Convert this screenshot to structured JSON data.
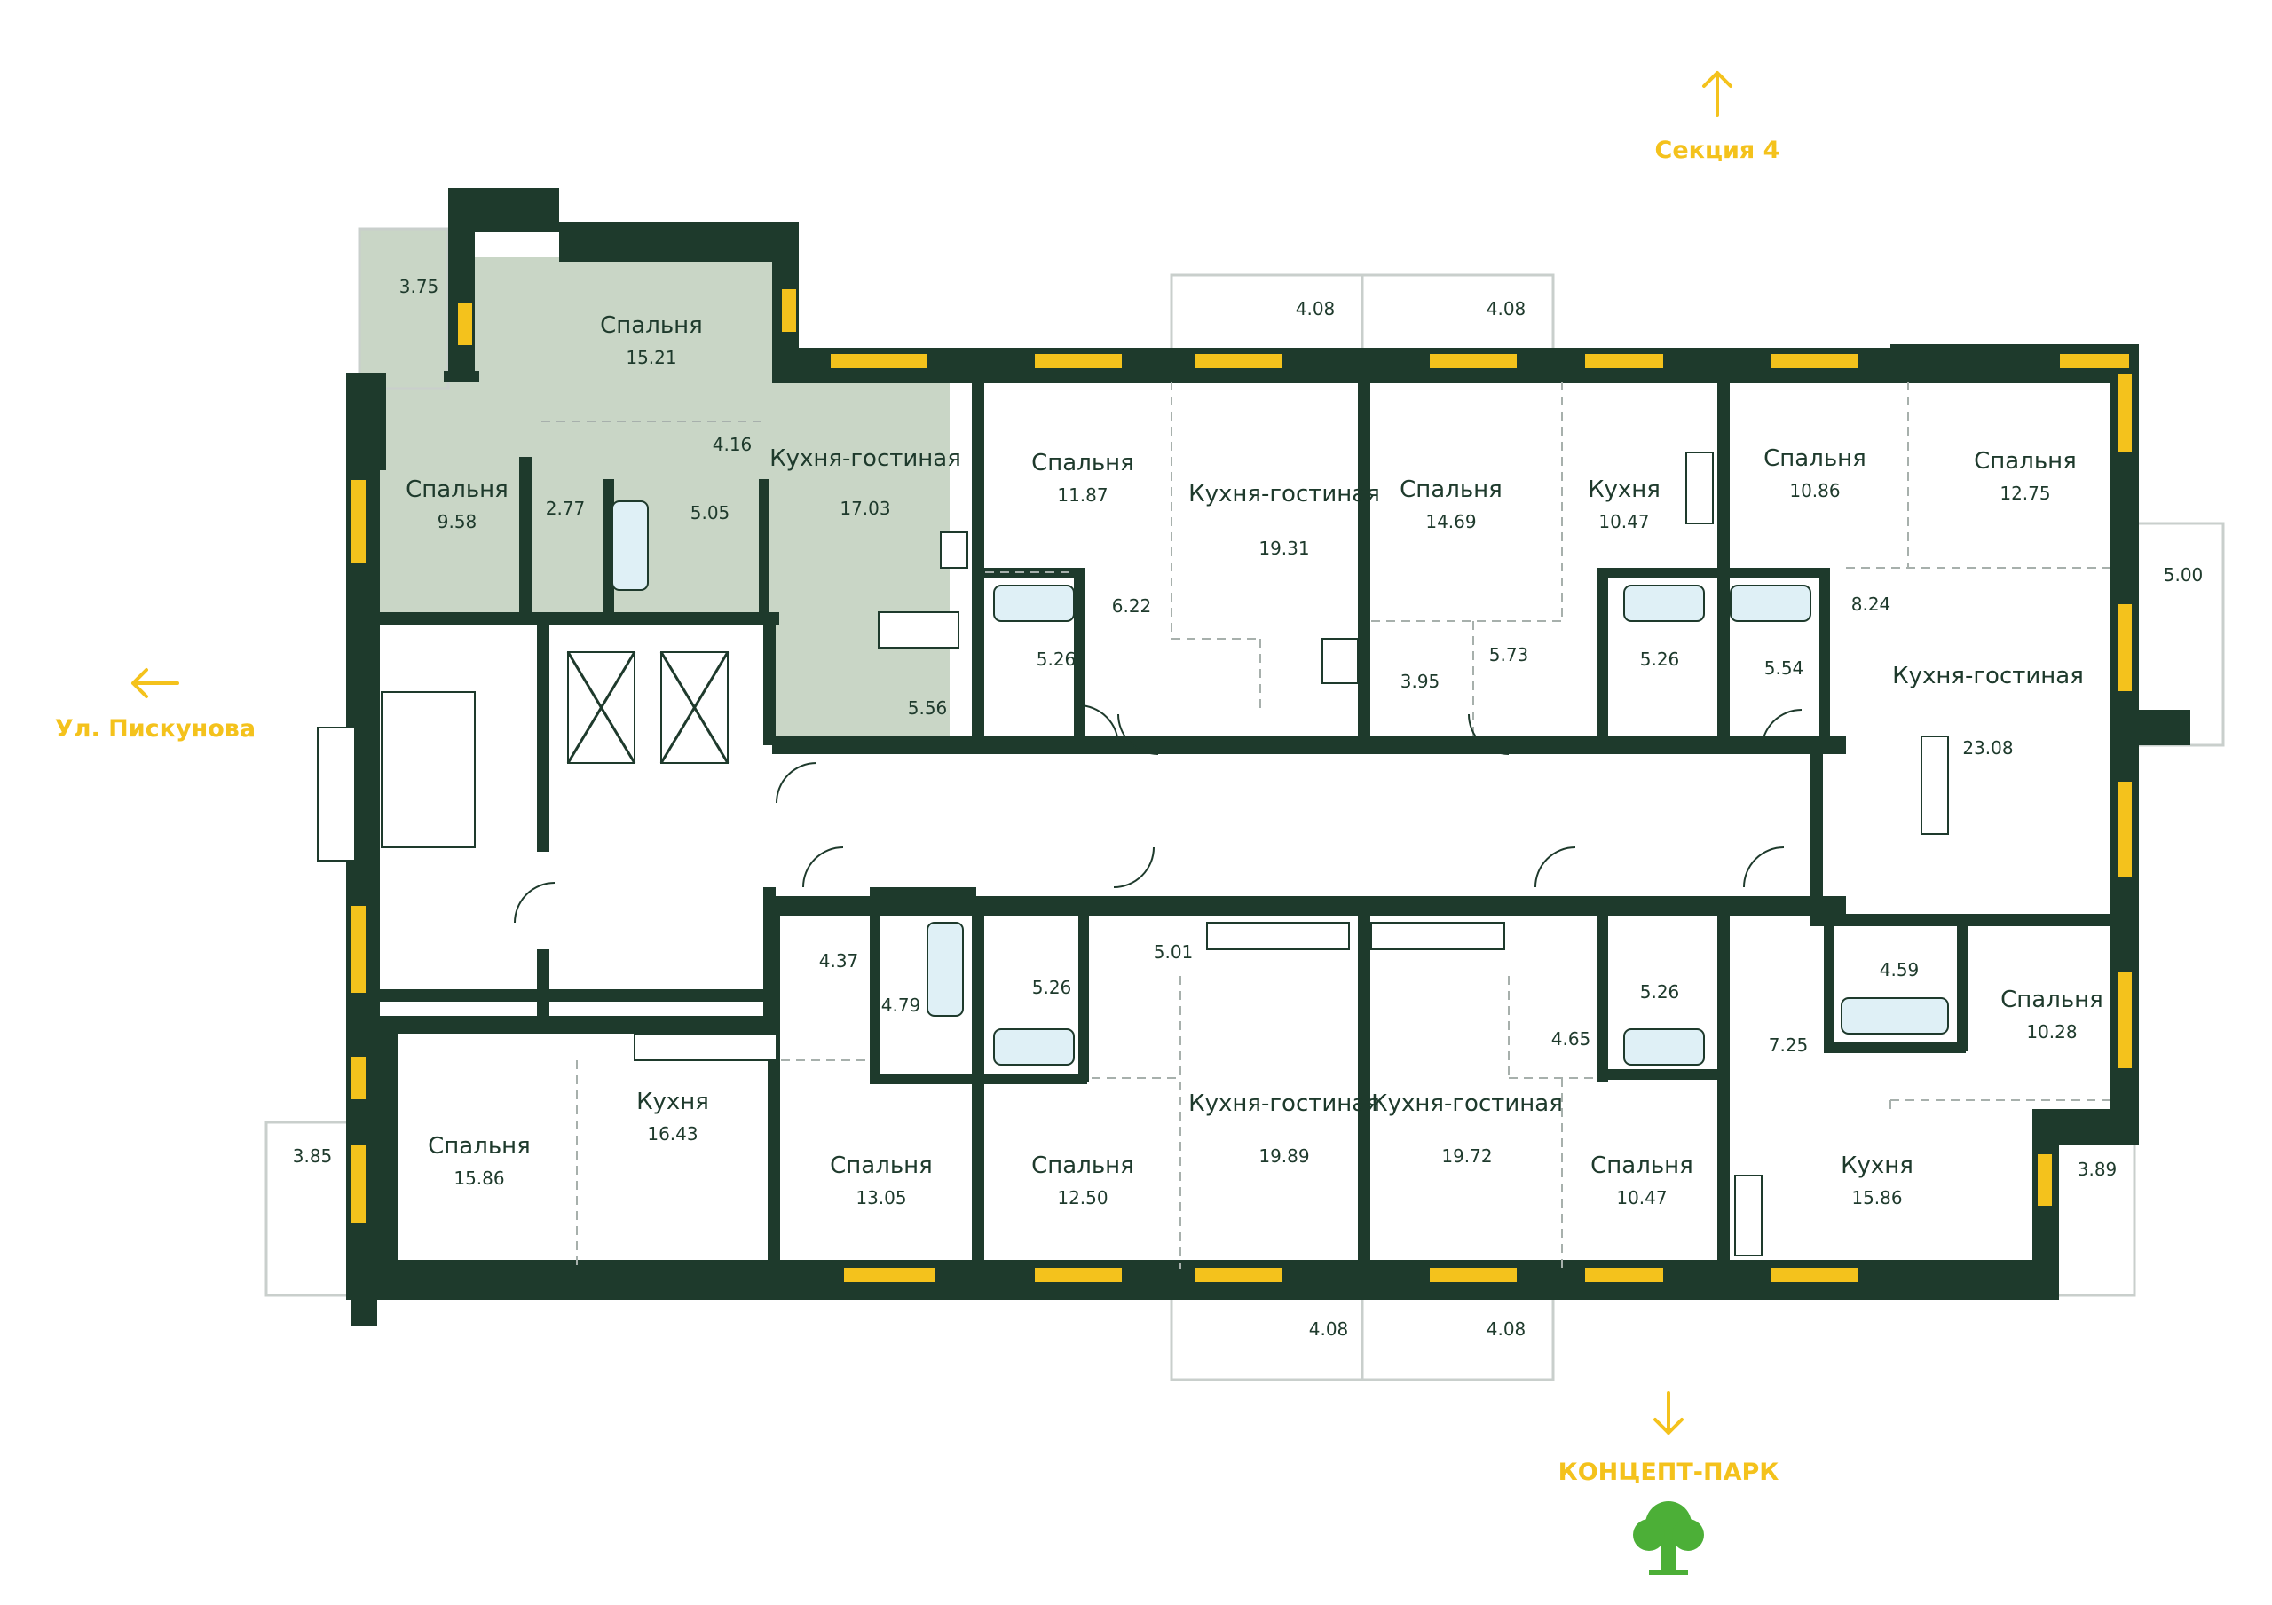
{
  "colors": {
    "wall": "#1e3a2c",
    "window": "#f4c21c",
    "highlight": "#c9d6c6",
    "label": "#f4c21c",
    "tree": "#4caf37"
  },
  "labels": {
    "section": "Секция 4",
    "street": "Ул. Пискунова",
    "park": "КОНЦЕПТ-ПАРК"
  },
  "icons": {
    "up": "arrow-up-icon",
    "left": "arrow-left-icon",
    "down": "arrow-down-icon",
    "tree": "tree-icon"
  },
  "rooms": [
    {
      "id": "r1",
      "name": "Спальня",
      "area": "15.21"
    },
    {
      "id": "r2",
      "name": "Спальня",
      "area": "9.58"
    },
    {
      "id": "r3",
      "name": "",
      "area": "2.77"
    },
    {
      "id": "r4",
      "name": "",
      "area": "5.05"
    },
    {
      "id": "r5",
      "name": "",
      "area": "4.16"
    },
    {
      "id": "r6",
      "name": "Кухня-гостиная",
      "area": "17.03"
    },
    {
      "id": "r7",
      "name": "",
      "area": "5.56"
    },
    {
      "id": "r8",
      "name": "Спальня",
      "area": "11.87"
    },
    {
      "id": "r9",
      "name": "",
      "area": "6.22"
    },
    {
      "id": "r10",
      "name": "",
      "area": "5.26"
    },
    {
      "id": "r11",
      "name": "Кухня-гостиная",
      "area": "19.31"
    },
    {
      "id": "r12",
      "name": "Спальня",
      "area": "14.69"
    },
    {
      "id": "r13",
      "name": "",
      "area": "3.95"
    },
    {
      "id": "r14",
      "name": "",
      "area": "5.73"
    },
    {
      "id": "r15",
      "name": "Кухня",
      "area": "10.47"
    },
    {
      "id": "r16",
      "name": "",
      "area": "5.26"
    },
    {
      "id": "r17",
      "name": "Спальня",
      "area": "10.86"
    },
    {
      "id": "r18",
      "name": "",
      "area": "5.54"
    },
    {
      "id": "r19",
      "name": "Спальня",
      "area": "12.75"
    },
    {
      "id": "r20",
      "name": "",
      "area": "8.24"
    },
    {
      "id": "r21",
      "name": "Кухня-гостиная",
      "area": "23.08"
    },
    {
      "id": "r22",
      "name": "",
      "area": "4.37"
    },
    {
      "id": "r23",
      "name": "",
      "area": "4.79"
    },
    {
      "id": "r24",
      "name": "",
      "area": "5.26"
    },
    {
      "id": "r25",
      "name": "",
      "area": "5.01"
    },
    {
      "id": "r26",
      "name": "",
      "area": "5.26"
    },
    {
      "id": "r27",
      "name": "",
      "area": "4.65"
    },
    {
      "id": "r28",
      "name": "",
      "area": "4.59"
    },
    {
      "id": "r29",
      "name": "",
      "area": "7.25"
    },
    {
      "id": "r30",
      "name": "Спальня",
      "area": "10.28"
    },
    {
      "id": "r31",
      "name": "Спальня",
      "area": "15.86"
    },
    {
      "id": "r32",
      "name": "Кухня",
      "area": "16.43"
    },
    {
      "id": "r33",
      "name": "Спальня",
      "area": "13.05"
    },
    {
      "id": "r34",
      "name": "Спальня",
      "area": "12.50"
    },
    {
      "id": "r35",
      "name": "Кухня-гостиная",
      "area": "19.89"
    },
    {
      "id": "r36",
      "name": "Кухня-гостиная",
      "area": "19.72"
    },
    {
      "id": "r37",
      "name": "Спальня",
      "area": "10.47"
    },
    {
      "id": "r38",
      "name": "Кухня",
      "area": "15.86"
    }
  ],
  "balconies": [
    {
      "id": "b1",
      "area": "3.75"
    },
    {
      "id": "b2",
      "area": "4.08"
    },
    {
      "id": "b3",
      "area": "4.08"
    },
    {
      "id": "b4",
      "area": "5.00"
    },
    {
      "id": "b5",
      "area": "3.85"
    },
    {
      "id": "b6",
      "area": "4.08"
    },
    {
      "id": "b7",
      "area": "4.08"
    },
    {
      "id": "b8",
      "area": "3.89"
    }
  ]
}
